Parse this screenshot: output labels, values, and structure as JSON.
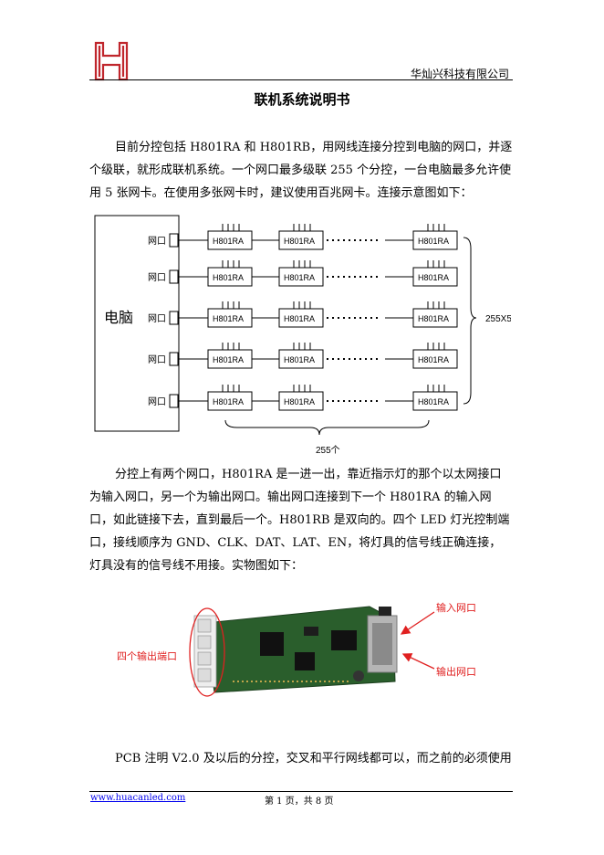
{
  "header": {
    "logo_icon": "huacan-h-logo",
    "company": "华灿兴科技有限公司"
  },
  "title": "联机系统说明书",
  "paragraphs": {
    "p1": "目前分控包括 H801RA 和 H801RB，用网线连接分控到电脑的网口，并逐个级联，就形成联机系统。一个网口最多级联 255 个分控，一台电脑最多允许使用 5 张网卡。在使用多张网卡时，建议使用百兆网卡。连接示意图如下：",
    "p2": "分控上有两个网口，H801RA 是一进一出，靠近指示灯的那个以太网接口为输入网口，另一个为输出网口。输出网口连接到下一个 H801RA 的输入网口，如此链接下去，直到最后一个。H801RB 是双向的。四个 LED 灯光控制端口，接线顺序为 GND、CLK、DAT、LAT、EN，将灯具的信号线正确连接，灯具没有的信号线不用接。实物图如下：",
    "p3": "PCB 注明 V2.0 及以后的分控，交叉和平行网线都可以，而之前的必须使用"
  },
  "diagram": {
    "computer_label": "电脑",
    "port_label": "网口",
    "controller_label": "H801RA",
    "rows": 5,
    "columns_shown": 3,
    "right_brace_label": "255X5",
    "bottom_brace_label": "255个"
  },
  "photo": {
    "label_four_ports": "四个输出端口",
    "label_input": "输入网口",
    "label_output": "输出网口",
    "annotation_color": "#e02020"
  },
  "footer": {
    "website": "www.huacanled.com",
    "page_info": "第 1 页，共 8 页"
  }
}
